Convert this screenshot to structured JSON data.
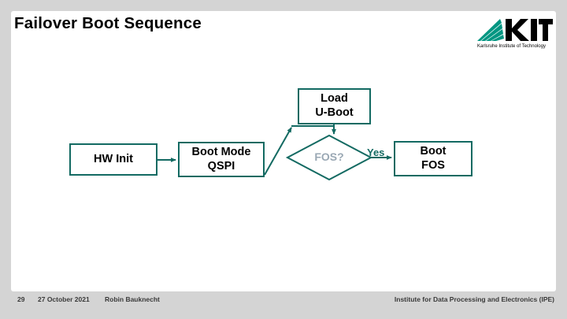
{
  "slide": {
    "title": "Failover Boot Sequence",
    "background": "#ffffff",
    "frame_color": "#d4d4d4"
  },
  "logo": {
    "name": "kit-logo",
    "wordmark": "KIT",
    "subtitle": "Karlsruhe Institute of Technology",
    "ray_color": "#009682",
    "text_color": "#000000"
  },
  "diagram": {
    "type": "flowchart",
    "accent_color": "#136a62",
    "muted_text_color": "#9aa8b4",
    "nodes": [
      {
        "id": "hw-init",
        "shape": "rect",
        "lines": [
          "HW Init"
        ]
      },
      {
        "id": "boot-mode",
        "shape": "rect",
        "lines": [
          "Boot Mode",
          "QSPI"
        ]
      },
      {
        "id": "load-uboot",
        "shape": "rect",
        "lines": [
          "Load",
          "U-Boot"
        ]
      },
      {
        "id": "fos-decision",
        "shape": "diamond",
        "lines": [
          "FOS?"
        ]
      },
      {
        "id": "boot-fos",
        "shape": "rect",
        "lines": [
          "Boot",
          "FOS"
        ]
      }
    ],
    "edges": [
      {
        "from": "hw-init",
        "to": "boot-mode",
        "label": ""
      },
      {
        "from": "boot-mode",
        "to": "load-uboot",
        "label": ""
      },
      {
        "from": "load-uboot",
        "to": "fos-decision",
        "label": ""
      },
      {
        "from": "fos-decision",
        "to": "boot-fos",
        "label": "Yes"
      }
    ]
  },
  "footer": {
    "page": "29",
    "date": "27 October 2021",
    "author": "Robin Bauknecht",
    "institute": "Institute for Data Processing and Electronics (IPE)"
  }
}
